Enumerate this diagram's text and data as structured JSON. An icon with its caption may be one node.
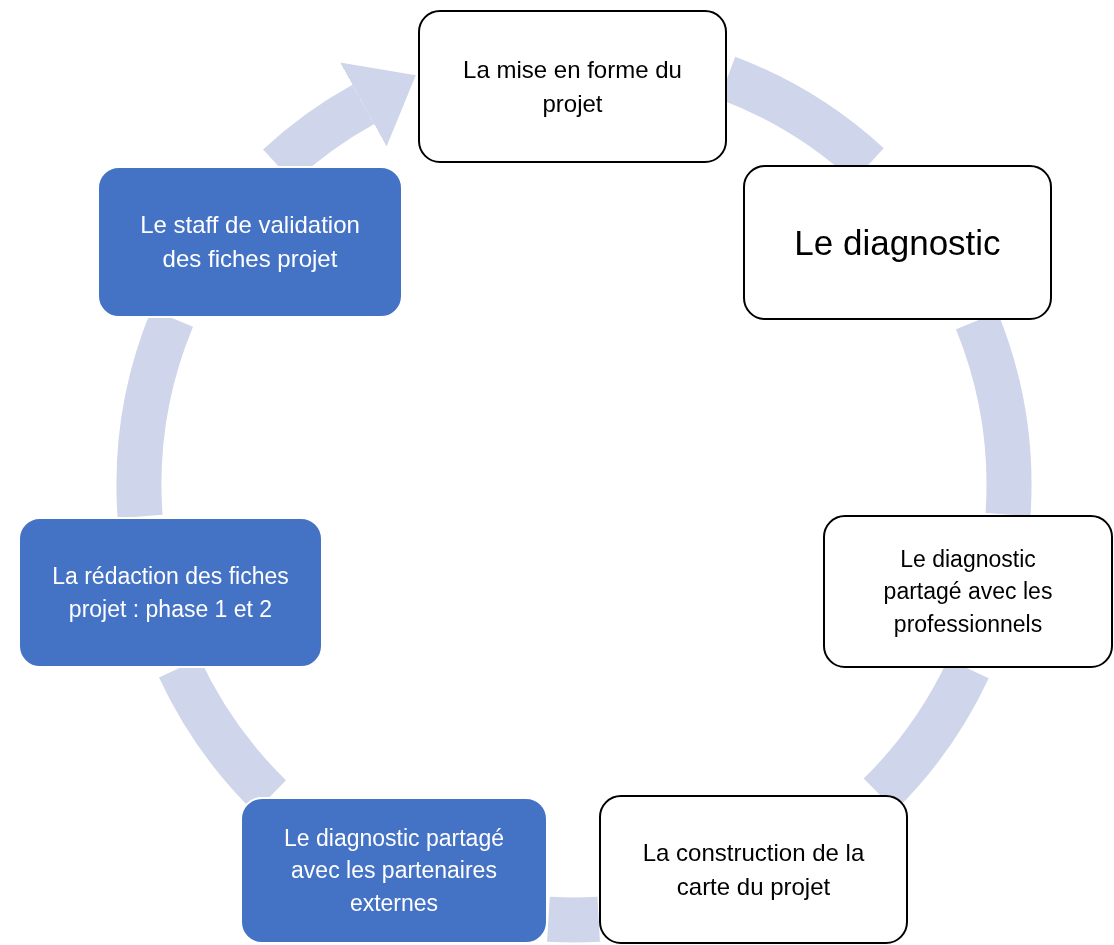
{
  "diagram": {
    "nodes": [
      {
        "text": [
          "La mise en forme du projet"
        ]
      },
      {
        "text": [
          "Le diagnostic"
        ]
      },
      {
        "text": [
          "Le diagnostic partagé avec les professionnels"
        ]
      },
      {
        "text": [
          "La construction de la carte du projet"
        ]
      },
      {
        "text": [
          "Le diagnostic partagé avec les partenaires externes"
        ]
      },
      {
        "text": [
          "La rédaction des fiches projet : phase 1 et 2"
        ]
      },
      {
        "text": [
          "Le staff de validation des fiches projet"
        ]
      }
    ],
    "edges": [
      {
        "from": 0,
        "to": 1,
        "arrow": "none"
      },
      {
        "from": 1,
        "to": 2,
        "arrow": "none"
      },
      {
        "from": 2,
        "to": 3,
        "arrow": "none"
      },
      {
        "from": 3,
        "to": 4,
        "arrow": "none"
      },
      {
        "from": 4,
        "to": 5,
        "arrow": "none"
      },
      {
        "from": 5,
        "to": 6,
        "arrow": "none"
      },
      {
        "from": 6,
        "to": 0,
        "arrow": "to"
      }
    ]
  }
}
